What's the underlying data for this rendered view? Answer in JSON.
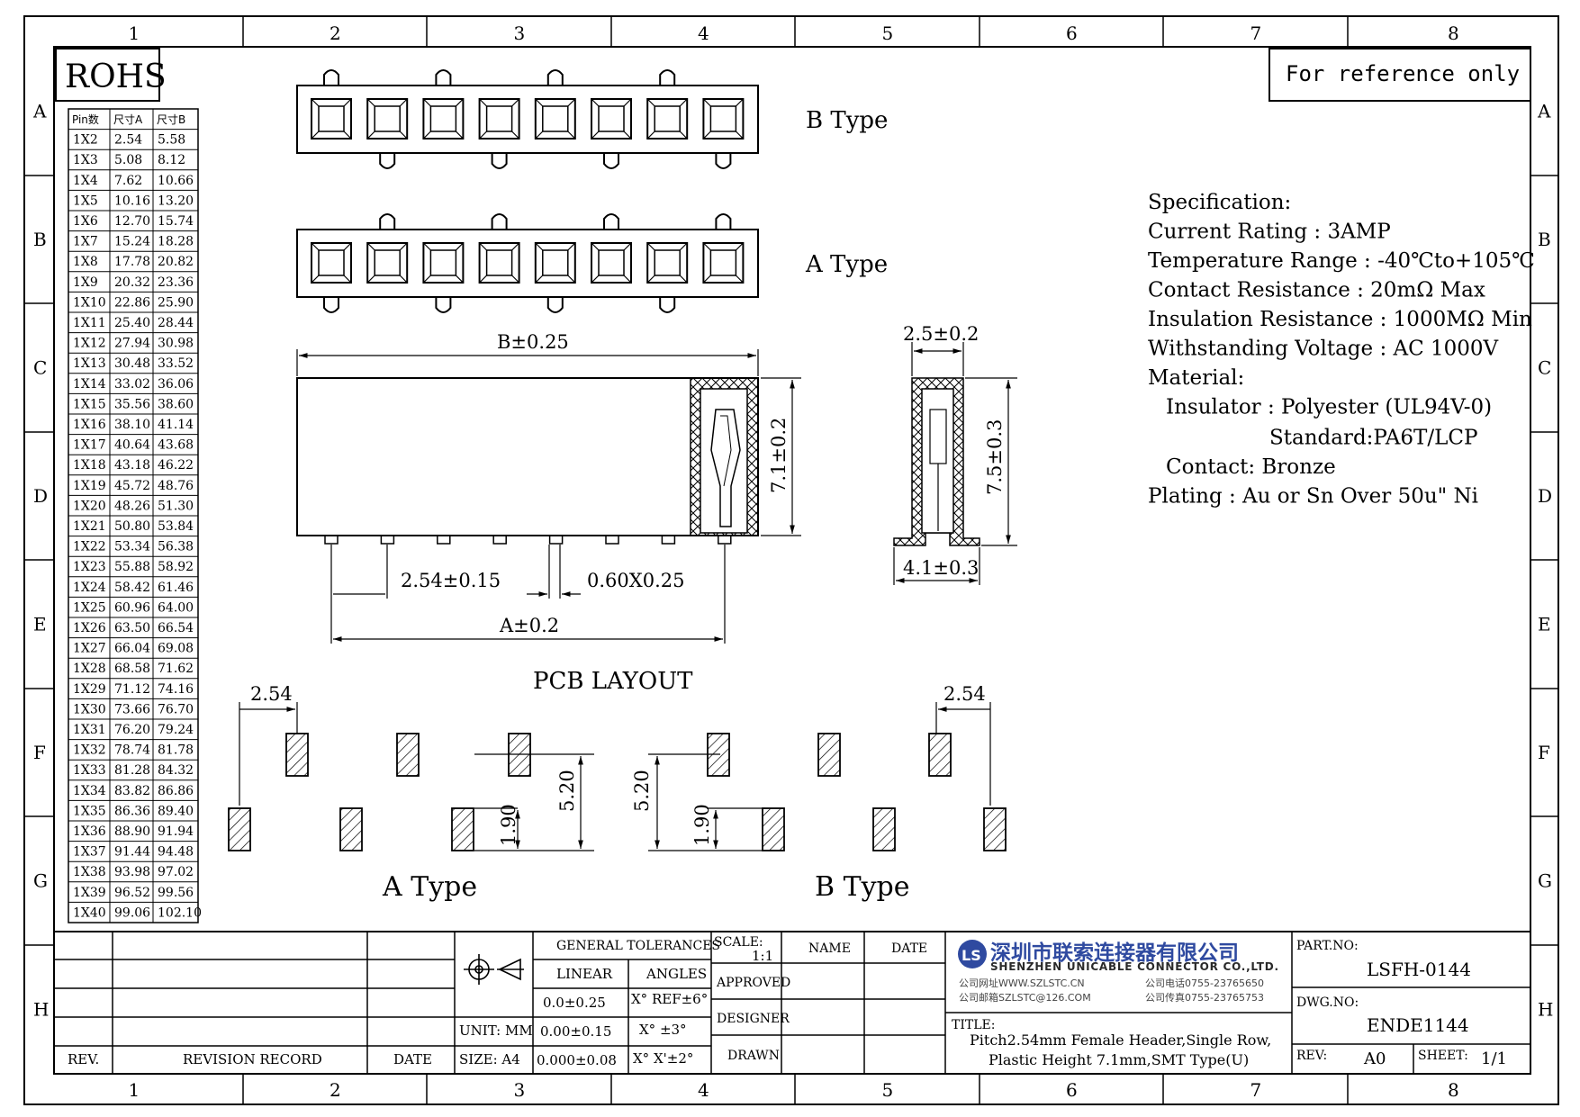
{
  "zones": {
    "cols": [
      "1",
      "2",
      "3",
      "4",
      "5",
      "6",
      "7",
      "8"
    ],
    "rows": [
      "A",
      "B",
      "C",
      "D",
      "E",
      "F",
      "G",
      "H"
    ]
  },
  "rohs": "ROHS",
  "reference_note": "For reference only",
  "pin_table": {
    "headers": [
      "Pin数",
      "尺寸A",
      "尺寸B"
    ],
    "rows": [
      [
        "1X2",
        "2.54",
        "5.58"
      ],
      [
        "1X3",
        "5.08",
        "8.12"
      ],
      [
        "1X4",
        "7.62",
        "10.66"
      ],
      [
        "1X5",
        "10.16",
        "13.20"
      ],
      [
        "1X6",
        "12.70",
        "15.74"
      ],
      [
        "1X7",
        "15.24",
        "18.28"
      ],
      [
        "1X8",
        "17.78",
        "20.82"
      ],
      [
        "1X9",
        "20.32",
        "23.36"
      ],
      [
        "1X10",
        "22.86",
        "25.90"
      ],
      [
        "1X11",
        "25.40",
        "28.44"
      ],
      [
        "1X12",
        "27.94",
        "30.98"
      ],
      [
        "1X13",
        "30.48",
        "33.52"
      ],
      [
        "1X14",
        "33.02",
        "36.06"
      ],
      [
        "1X15",
        "35.56",
        "38.60"
      ],
      [
        "1X16",
        "38.10",
        "41.14"
      ],
      [
        "1X17",
        "40.64",
        "43.68"
      ],
      [
        "1X18",
        "43.18",
        "46.22"
      ],
      [
        "1X19",
        "45.72",
        "48.76"
      ],
      [
        "1X20",
        "48.26",
        "51.30"
      ],
      [
        "1X21",
        "50.80",
        "53.84"
      ],
      [
        "1X22",
        "53.34",
        "56.38"
      ],
      [
        "1X23",
        "55.88",
        "58.92"
      ],
      [
        "1X24",
        "58.42",
        "61.46"
      ],
      [
        "1X25",
        "60.96",
        "64.00"
      ],
      [
        "1X26",
        "63.50",
        "66.54"
      ],
      [
        "1X27",
        "66.04",
        "69.08"
      ],
      [
        "1X28",
        "68.58",
        "71.62"
      ],
      [
        "1X29",
        "71.12",
        "74.16"
      ],
      [
        "1X30",
        "73.66",
        "76.70"
      ],
      [
        "1X31",
        "76.20",
        "79.24"
      ],
      [
        "1X32",
        "78.74",
        "81.78"
      ],
      [
        "1X33",
        "81.28",
        "84.32"
      ],
      [
        "1X34",
        "83.82",
        "86.86"
      ],
      [
        "1X35",
        "86.36",
        "89.40"
      ],
      [
        "1X36",
        "88.90",
        "91.94"
      ],
      [
        "1X37",
        "91.44",
        "94.48"
      ],
      [
        "1X38",
        "93.98",
        "97.02"
      ],
      [
        "1X39",
        "96.52",
        "99.56"
      ],
      [
        "1X40",
        "99.06",
        "102.10"
      ]
    ]
  },
  "views": {
    "b_type": "B Type",
    "a_type": "A Type",
    "pcb_layout": "PCB LAYOUT",
    "pcb_a_type": "A  Type",
    "pcb_b_type": "B  Type"
  },
  "dims": {
    "b": "B±0.25",
    "a": "A±0.2",
    "pitch": "2.54±0.15",
    "pin": "0.60X0.25",
    "height": "7.1±0.2",
    "side_width": "2.5±0.2",
    "side_height": "7.5±0.3",
    "foot": "4.1±0.3",
    "pcb_pitch_a": "2.54",
    "pcb_pitch_b": "2.54",
    "pcb_row_a": "5.20",
    "pcb_pad_a": "1.90",
    "pcb_row_b": "5.20",
    "pcb_pad_b": "1.90"
  },
  "spec": [
    "Specification:",
    "Current Rating : 3AMP",
    "Temperature Range : -40℃to+105℃",
    "Contact Resistance : 20mΩ Max",
    "Insulation Resistance : 1000MΩ Min",
    "Withstanding Voltage : AC 1000V",
    "Material:",
    "Insulator : Polyester (UL94V-0)",
    "Standard:PA6T/LCP",
    "Contact: Bronze",
    "Plating : Au or Sn Over 50u\" Ni"
  ],
  "title_block": {
    "rev": "REV.",
    "revision_record": "REVISION RECORD",
    "date": "DATE",
    "unit": "UNIT: MM",
    "size": "SIZE: A4",
    "general_tolerances": "GENERAL TOLERANCES",
    "linear": "LINEAR",
    "angles": "ANGLES",
    "lin1": "0.0±0.25",
    "lin2": "0.00±0.15",
    "lin3": "0.000±0.08",
    "ang1": "X° REF±6°",
    "ang2": "X° ±3°",
    "ang3": "X° X'±2°",
    "scale_label": "SCALE:",
    "scale_value": "1:1",
    "approved": "APPROVED",
    "designer": "DESIGNER",
    "drawn": "DRAWN",
    "name": "NAME",
    "date2": "DATE",
    "company_cn": "深圳市联索连接器有限公司",
    "company_en": "SHENZHEN UNICABLE CONNECTOR CO.,LTD.",
    "web": "公司网址WWW.SZLSTC.CN",
    "mail": "公司邮箱SZLSTC@126.COM",
    "tel": "公司电话0755-23765650",
    "fax": "公司传真0755-23765753",
    "logo_text": "LS",
    "title_label": "TITLE:",
    "title_line1": "Pitch2.54mm Female Header,Single Row,",
    "title_line2": "Plastic Height 7.1mm,SMT Type(U)",
    "part_label": "PART.NO:",
    "part_value": "LSFH-0144",
    "dwg_label": "DWG.NO:",
    "dwg_value": "ENDE1144",
    "rev_label": "REV:",
    "rev_value": "A0",
    "sheet_label": "SHEET:",
    "sheet_value": "1/1"
  }
}
